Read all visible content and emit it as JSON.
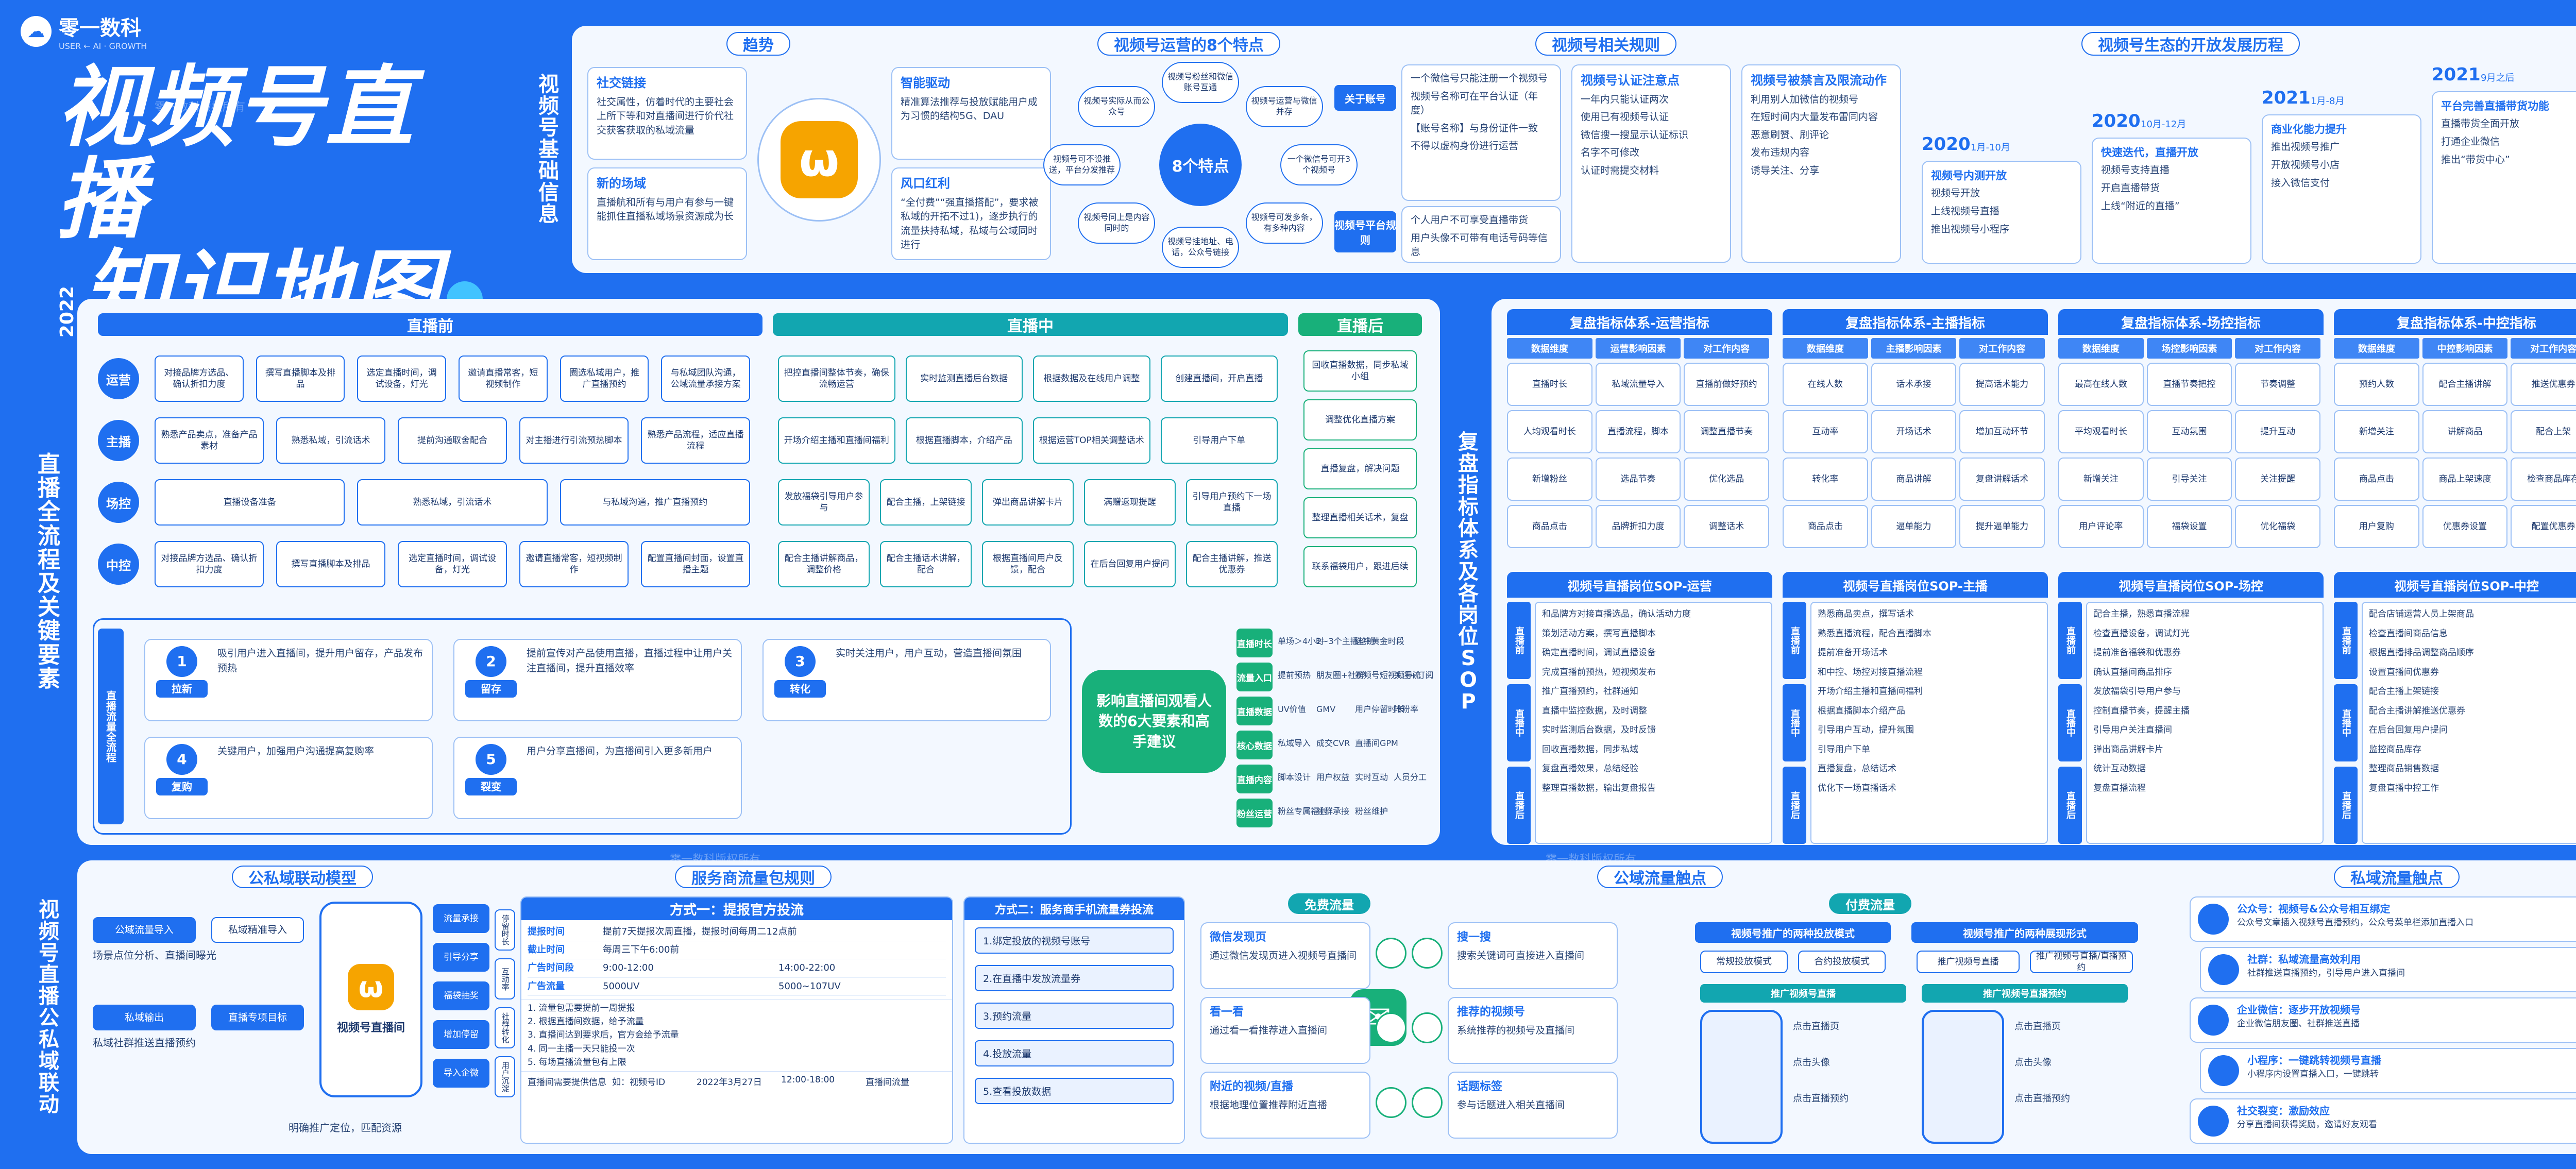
{
  "brand": {
    "name": "零一数科",
    "tagline": "USER ← AI · GROWTH"
  },
  "title": {
    "line1": "视频号直播",
    "line2": "知识地图",
    "year": "2022"
  },
  "colors": {
    "primary": "#1f6ff0",
    "teal": "#12a6b0",
    "green": "#18b07a",
    "bg": "#f3f8ff"
  },
  "watermark": "零一数科版权所有",
  "sections": {
    "basic": [
      "视",
      "频",
      "号",
      "基",
      "础",
      "信",
      "息"
    ],
    "process": [
      "直",
      "播",
      "全",
      "流",
      "程",
      "及",
      "关",
      "键",
      "要",
      "素"
    ],
    "review": [
      "复",
      "盘",
      "指",
      "标",
      "体",
      "系",
      "及",
      "各",
      "岗",
      "位",
      "S",
      "O",
      "P"
    ],
    "linkage": [
      "视",
      "频",
      "号",
      "直",
      "播",
      "公",
      "私",
      "域",
      "联",
      "动"
    ]
  },
  "trend": {
    "title": "趋势",
    "items": [
      {
        "name": "社交链接",
        "text": "社交属性，仿着时代的主要社会上所下等和对直播间进行价代社交获客获取的私域流量"
      },
      {
        "name": "新的场域",
        "text": "直播航和所有与用户有参与一键能抓住直播私域场景资源成为长"
      },
      {
        "name": "智能驱动",
        "text": "精准算法推荐与投放赋能用户成为习惯的结构5G、DAU"
      },
      {
        "name": "风口红利",
        "text": "“全付费”“强直播搭配”，要求被私域的开拓不过1)，逐步执行的流量扶持私域，私域与公域同时进行"
      }
    ]
  },
  "features": {
    "title": "视频号运营的8个特点",
    "center": "8个特点",
    "items": [
      "视频号粉丝和微信账号互通",
      "视频号运营与微信并存",
      "一个微信号可开3个视频号",
      "视频号可发多条，有多种内容",
      "视频号挂地址、电话，公众号链接",
      "视频号同上是内容同时的",
      "视频号可不设推送，平台分发推荐",
      "视频号实际从而公众号"
    ]
  },
  "rules": {
    "title": "视频号相关规则",
    "tags": [
      "关于账号",
      "视频号平台规则"
    ],
    "account": [
      "一个微信号只能注册一个视频号",
      "视频号名称可在平台认证（年度）",
      "【账号名称】与身份证件一致",
      "不得以虚构身份进行运营"
    ],
    "platform": [
      "个人用户不可享受直播带货",
      "用户头像不可带有电话号码等信息"
    ],
    "cards": [
      {
        "title": "视频号认证注意点",
        "lines": [
          "一年内只能认证两次",
          "使用已有视频号认证",
          "微信搜一搜显示认证标识",
          "名字不可修改",
          "认证时需提交材料"
        ]
      },
      {
        "title": "视频号被禁言及限流动作",
        "lines": [
          "利用别人加微信的视频号",
          "在短时间内大量发布雷同内容",
          "恶意刷赞、刷评论",
          "发布违规内容",
          "诱导关注、分享"
        ]
      }
    ]
  },
  "eco": {
    "title": "视频号生态的开放发展历程",
    "milestones": [
      {
        "year": "2020",
        "date": "1月-10月",
        "title": "视频号内测开放",
        "lines": [
          "视频号开放",
          "上线视频号直播",
          "推出视频号小程序"
        ]
      },
      {
        "year": "2020",
        "date": "10月-12月",
        "title": "快速迭代，直播开放",
        "lines": [
          "视频号支持直播",
          "开启直播带货",
          "上线“附近的直播”"
        ]
      },
      {
        "year": "2021",
        "date": "1月-8月",
        "title": "商业化能力提升",
        "lines": [
          "推出视频号推广",
          "开放视频号小店",
          "接入微信支付"
        ]
      },
      {
        "year": "2021",
        "date": "9月之后",
        "title": "平台完善直播带货功能",
        "lines": [
          "直播带货全面开放",
          "打通企业微信",
          "推出“带货中心”"
        ]
      }
    ]
  },
  "process": {
    "phases": [
      "直播前",
      "直播中",
      "直播后"
    ],
    "roles": [
      "运营",
      "主播",
      "场控",
      "中控"
    ],
    "before": [
      [
        "对接品牌方选品、确认折扣力度",
        "撰写直播脚本及排品",
        "选定直播时间，调试设备，灯光",
        "邀请直播常客，短视频制作",
        "圈选私域用户，推广直播预约",
        "与私域团队沟通，公域流量承接方案"
      ],
      [
        "熟悉产品卖点，准备产品素材",
        "熟悉私域，引流话术",
        "提前沟通取舍配合",
        "对主播进行引流预热脚本",
        "熟悉产品流程，适应直播流程"
      ],
      [
        "直播设备准备",
        "熟悉私域，引流话术",
        "与私域沟通，推广直播预约"
      ],
      [
        "对接品牌方选品、确认折扣力度",
        "撰写直播脚本及排品",
        "选定直播时间，调试设备，灯光",
        "邀请直播常客，短视频制作",
        "配置直播间封面，设置直播主题"
      ]
    ],
    "during": [
      [
        "把控直播间整体节奏，确保流畅运营",
        "实时监测直播后台数据",
        "根据数据及在线用户调整",
        "创建直播间，开启直播"
      ],
      [
        "开场介绍主播和直播间福利",
        "根据直播脚本，介绍产品",
        "根据运营TOP相关调整话术",
        "引导用户下单"
      ],
      [
        "发放福袋引导用户参与",
        "配合主播，上架链接",
        "弹出商品讲解卡片",
        "满赠返现提醒",
        "引导用户预约下一场直播"
      ],
      [
        "配合主播讲解商品，调整价格",
        "配合主播话术讲解，配合",
        "根据直播间用户反馈，配合",
        "在后台回复用户提问",
        "配合主播讲解，推送优惠券"
      ]
    ],
    "after": [
      "回收直播数据，同步私域小组",
      "调整优化直播方案",
      "直播复盘，解决问题",
      "整理直播相关话术，复盘",
      "联系福袋用户，跟进后续"
    ],
    "steps": [
      {
        "n": "1",
        "name": "拉新",
        "text": "吸引用户进入直播间，提升用户留存，产品发布预热"
      },
      {
        "n": "2",
        "name": "留存",
        "text": "提前宣传对产品使用直播，直播过程中让用户关注直播间，提升直播效率"
      },
      {
        "n": "3",
        "name": "转化",
        "text": "实时关注用户，用户互动，营造直播间氛围"
      },
      {
        "n": "4",
        "name": "复购",
        "text": "关键用户，加强用户沟通提高复购率"
      },
      {
        "n": "5",
        "name": "裂变",
        "text": "用户分享直播间，为直播间引入更多新用户"
      }
    ],
    "stepsTitle": "直播流量全流程",
    "factorCenter": "影响直播间观看人数的6大要素和高手建议",
    "factors": [
      {
        "name": "直播时长",
        "tips": [
          "单场＞4小时",
          "2~3个主播轮班",
          "选中黄金时段"
        ]
      },
      {
        "name": "流量入口",
        "tips": [
          "提前预热",
          "朋友圈+社群",
          "视频号短视频导流",
          "关注+订阅"
        ]
      },
      {
        "name": "直播数据",
        "tips": [
          "UV价值",
          "GMV",
          "用户停留时长",
          "转粉率"
        ]
      },
      {
        "name": "核心数据",
        "tips": [
          "私域导入",
          "成交CVR",
          "直播间GPM"
        ]
      },
      {
        "name": "直播内容",
        "tips": [
          "脚本设计",
          "用户权益",
          "实时互动",
          "人员分工"
        ]
      },
      {
        "name": "粉丝运营",
        "tips": [
          "粉丝专属福利",
          "社群承接",
          "粉丝维护"
        ]
      }
    ]
  },
  "review": {
    "indicators": [
      {
        "title": "复盘指标体系-运营指标",
        "cols": [
          "数据维度",
          "运营影响因素",
          "对工作内容"
        ],
        "rows": [
          [
            "直播时长",
            "私域流量导入",
            "直播前做好预约"
          ],
          [
            "人均观看时长",
            "直播流程，脚本",
            "调整直播节奏"
          ],
          [
            "新增粉丝",
            "选品节奏",
            "优化选品"
          ],
          [
            "商品点击",
            "品牌折扣力度",
            "调整话术"
          ]
        ]
      },
      {
        "title": "复盘指标体系-主播指标",
        "cols": [
          "数据维度",
          "主播影响因素",
          "对工作内容"
        ],
        "rows": [
          [
            "在线人数",
            "话术承接",
            "提高话术能力"
          ],
          [
            "互动率",
            "开场话术",
            "增加互动环节"
          ],
          [
            "转化率",
            "商品讲解",
            "复盘讲解话术"
          ],
          [
            "商品点击",
            "逼单能力",
            "提升逼单能力"
          ]
        ]
      },
      {
        "title": "复盘指标体系-场控指标",
        "cols": [
          "数据维度",
          "场控影响因素",
          "对工作内容"
        ],
        "rows": [
          [
            "最高在线人数",
            "直播节奏把控",
            "节奏调整"
          ],
          [
            "平均观看时长",
            "互动氛围",
            "提升互动"
          ],
          [
            "新增关注",
            "引导关注",
            "关注提醒"
          ],
          [
            "用户评论率",
            "福袋设置",
            "优化福袋"
          ]
        ]
      },
      {
        "title": "复盘指标体系-中控指标",
        "cols": [
          "数据维度",
          "中控影响因素",
          "对工作内容"
        ],
        "rows": [
          [
            "预约人数",
            "配合主播讲解",
            "推送优惠券"
          ],
          [
            "新增关注",
            "讲解商品",
            "配合上架"
          ],
          [
            "商品点击",
            "商品上架速度",
            "检查商品库存"
          ],
          [
            "用户复购",
            "优惠券设置",
            "配置优惠券"
          ]
        ]
      }
    ],
    "sops": [
      {
        "title": "视频号直播岗位SOP-运营",
        "phases": [
          "直播前",
          "直播中",
          "直播后"
        ],
        "lines": [
          "和品牌方对接直播选品，确认活动力度",
          "策划活动方案，撰写直播脚本",
          "确定直播时间，调试直播设备",
          "完成直播前预热，短视频发布",
          "推广直播预约，社群通知",
          "直播中监控数据，及时调整",
          "实时监测后台数据，及时反馈",
          "回收直播数据，同步私域",
          "复盘直播效果，总结经验",
          "整理直播数据，输出复盘报告"
        ]
      },
      {
        "title": "视频号直播岗位SOP-主播",
        "phases": [
          "直播前",
          "直播中",
          "直播后"
        ],
        "lines": [
          "熟悉商品卖点，撰写话术",
          "熟悉直播流程，配合直播脚本",
          "提前准备开场话术",
          "和中控、场控对接直播流程",
          "开场介绍主播和直播间福利",
          "根据直播脚本介绍产品",
          "引导用户互动，提升氛围",
          "引导用户下单",
          "直播复盘，总结话术",
          "优化下一场直播话术"
        ]
      },
      {
        "title": "视频号直播岗位SOP-场控",
        "phases": [
          "直播前",
          "直播中",
          "直播后"
        ],
        "lines": [
          "配合主播，熟悉直播流程",
          "检查直播设备，调试灯光",
          "提前准备福袋和优惠券",
          "确认直播间商品排序",
          "发放福袋引导用户参与",
          "控制直播节奏，提醒主播",
          "引导用户关注直播间",
          "弹出商品讲解卡片",
          "统计互动数据",
          "复盘直播流程"
        ]
      },
      {
        "title": "视频号直播岗位SOP-中控",
        "phases": [
          "直播前",
          "直播中",
          "直播后"
        ],
        "lines": [
          "配合店铺运营人员上架商品",
          "检查直播间商品信息",
          "根据直播排品调整商品顺序",
          "设置直播间优惠券",
          "配合主播上架链接",
          "配合主播讲解推送优惠券",
          "在后台回复用户提问",
          "监控商品库存",
          "整理商品销售数据",
          "复盘直播中控工作"
        ]
      }
    ]
  },
  "linkage": {
    "model": {
      "title": "公私域联动模型",
      "nodes": [
        "公域流量导入",
        "私域输出",
        "私域精准导入",
        "视频号直播间",
        "直播专项目标",
        "流量承接",
        "引导分享",
        "福袋抽奖",
        "增加停留",
        "导入企微",
        "停留时长",
        "互动率",
        "社群转化",
        "用户沉淀"
      ],
      "captions": [
        "场景点位分析、直播间曝光",
        "私域社群推送直播预约",
        "明确推广定位，匹配资源"
      ]
    },
    "service": {
      "title": "服务商流量包规则",
      "way1": {
        "title": "方式一：提报官方投流",
        "rows": [
          [
            "提报时间",
            "提前7天提报次周直播，提报时间每周二12点前"
          ],
          [
            "截止时间",
            "每周三下午6:00前"
          ],
          [
            "广告时间段",
            "9:00-12:00",
            "14:00-22:00"
          ],
          [
            "广告流量",
            "5000UV",
            "5000~107UV"
          ]
        ],
        "notes": [
          "1. 流量包需要提前一周提报",
          "2. 根据直播间数据，给予流量",
          "3. 直播间达到要求后，官方会给予流量",
          "4. 同一主播一天只能投一次",
          "5. 每场直播流量包有上限"
        ],
        "foot": [
          "直播间需要提供信息",
          "如：视频号ID",
          "2022年3月27日",
          "12:00-18:00",
          "直播间流量"
        ]
      },
      "way2": {
        "title": "方式二：服务商手机流量券投流",
        "steps": [
          "1.绑定投放的视频号账号",
          "2.在直播中发放流量券",
          "3.预约流量",
          "4.投放流量",
          "5.查看投放数据"
        ]
      }
    },
    "public": {
      "title": "公域流量触点",
      "free": "免费流量",
      "paid": "付费流量",
      "freeItems": [
        {
          "name": "微信发现页",
          "text": "通过微信发现页进入视频号直播间"
        },
        {
          "name": "搜一搜",
          "text": "搜索关键词可直接进入直播间"
        },
        {
          "name": "看一看",
          "text": "通过看一看推荐进入直播间"
        },
        {
          "name": "推荐的视频号",
          "text": "系统推荐的视频号及直播间"
        },
        {
          "name": "附近的视频/直播",
          "text": "根据地理位置推荐附近直播"
        },
        {
          "name": "话题标签",
          "text": "参与话题进入相关直播间"
        }
      ],
      "paidTitles": [
        "视频号推广的两种投放模式",
        "视频号推广的两种展现形式"
      ],
      "paidModes": [
        "常规投放模式",
        "合约投放模式"
      ],
      "paidForms": [
        "推广视频号直播",
        "推广视频号直播/直播预约"
      ],
      "paidPhones": [
        "推广视频号直播",
        "推广视频号直播预约"
      ],
      "phoneNotes": [
        "点击直播页",
        "点击头像",
        "点击直播预约"
      ]
    },
    "private": {
      "title": "私域流量触点",
      "items": [
        {
          "name": "公众号：视频号&公众号相互绑定",
          "text": "公众号文章插入视频号直播预约，公众号菜单栏添加直播入口"
        },
        {
          "name": "社群：私域流量高效利用",
          "text": "社群推送直播预约，引导用户进入直播间"
        },
        {
          "name": "企业微信：逐步开放视频号",
          "text": "企业微信朋友圈、社群推送直播"
        },
        {
          "name": "小程序：一键跳转视频号直播",
          "text": "小程序内设置直播入口，一键跳转"
        },
        {
          "name": "社交裂变：激励效应",
          "text": "分享直播间获得奖励，邀请好友观看"
        }
      ]
    }
  }
}
